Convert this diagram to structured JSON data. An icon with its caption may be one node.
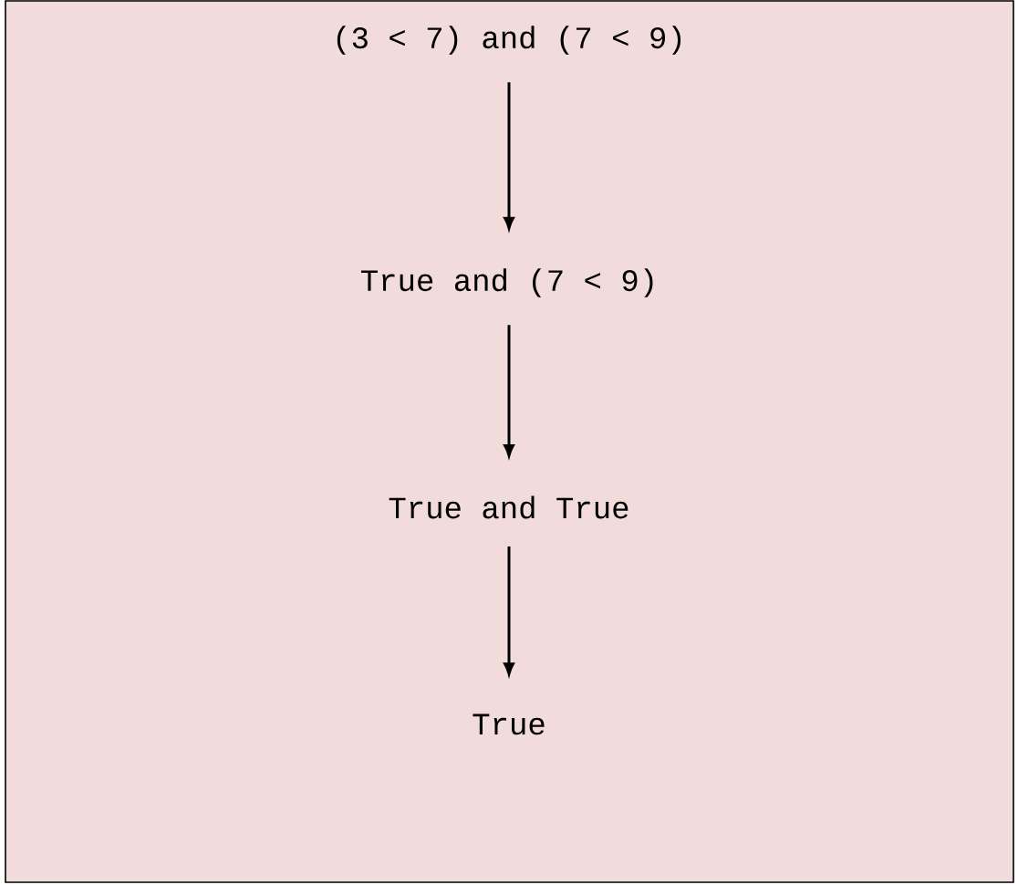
{
  "diagram": {
    "nodes": [
      {
        "text": [
          "(3 < 7) and (7 < 9)"
        ]
      },
      {
        "text": [
          "True and (7 < 9)"
        ]
      },
      {
        "text": [
          "True and True"
        ]
      },
      {
        "text": [
          "True"
        ]
      }
    ],
    "edges": [
      {
        "from": 0,
        "to": 1,
        "arrow": "to"
      },
      {
        "from": 1,
        "to": 2,
        "arrow": "to"
      },
      {
        "from": 2,
        "to": 3,
        "arrow": "to"
      }
    ]
  }
}
